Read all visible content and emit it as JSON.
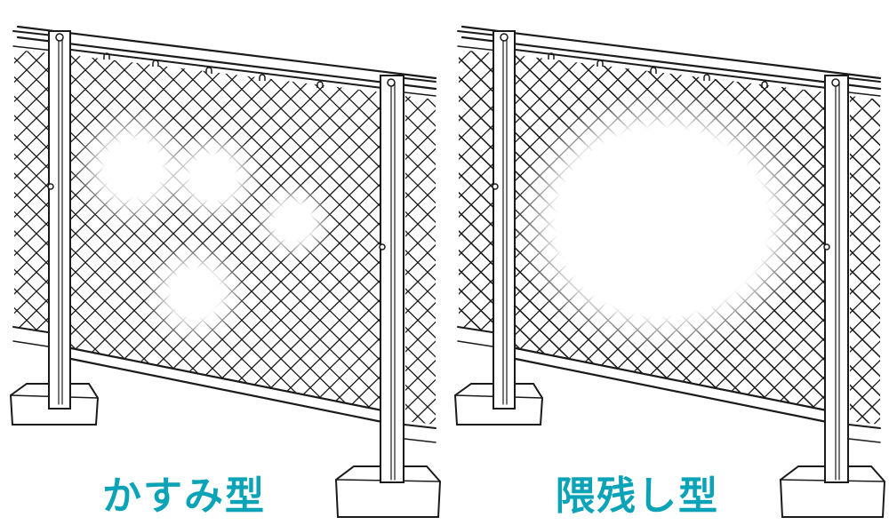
{
  "colors": {
    "label": "#0aa3b8",
    "ink": "#1a1a1a"
  },
  "panels": [
    {
      "label": "かすみ型",
      "style": "kasumi"
    },
    {
      "label": "隈残し型",
      "style": "kumanokoshi"
    }
  ]
}
